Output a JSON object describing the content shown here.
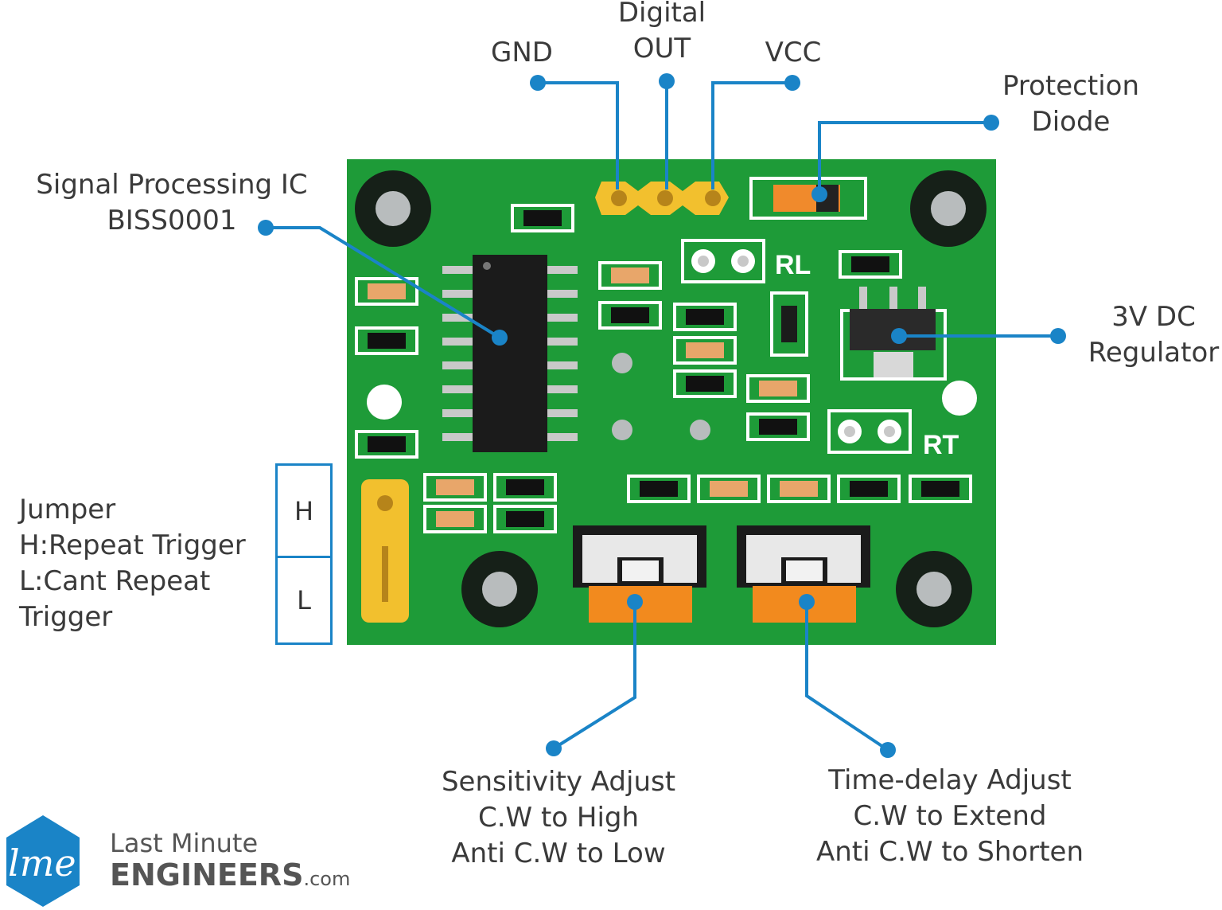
{
  "labels": {
    "gnd": "GND",
    "digital_out": [
      "Digital",
      "OUT"
    ],
    "vcc": "VCC",
    "protection_diode": [
      "Protection",
      "Diode"
    ],
    "signal_ic": [
      "Signal Processing IC",
      "BISS0001"
    ],
    "regulator": [
      "3V DC",
      "Regulator"
    ],
    "jumper": [
      "Jumper",
      "H:Repeat Trigger",
      "L:Cant Repeat",
      "Trigger"
    ],
    "sensitivity": [
      "Sensitivity Adjust",
      "C.W to High",
      "Anti C.W to Low"
    ],
    "time_delay": [
      "Time-delay Adjust",
      "C.W to Extend",
      "Anti C.W to Shorten"
    ]
  },
  "board_marks": {
    "rl": "RL",
    "rt": "RT",
    "jumper_h": "H",
    "jumper_l": "L"
  },
  "brand": {
    "logo_text": "lme",
    "line1": "Last Minute",
    "line2": "ENGINEERS",
    "suffix": ".com"
  },
  "colors": {
    "pcb": "#1e9b38",
    "pcb_dark": "#177d2c",
    "callout": "#1a84c7",
    "header_pins": "#f2c02e",
    "trimpot": "#f28a1e"
  }
}
